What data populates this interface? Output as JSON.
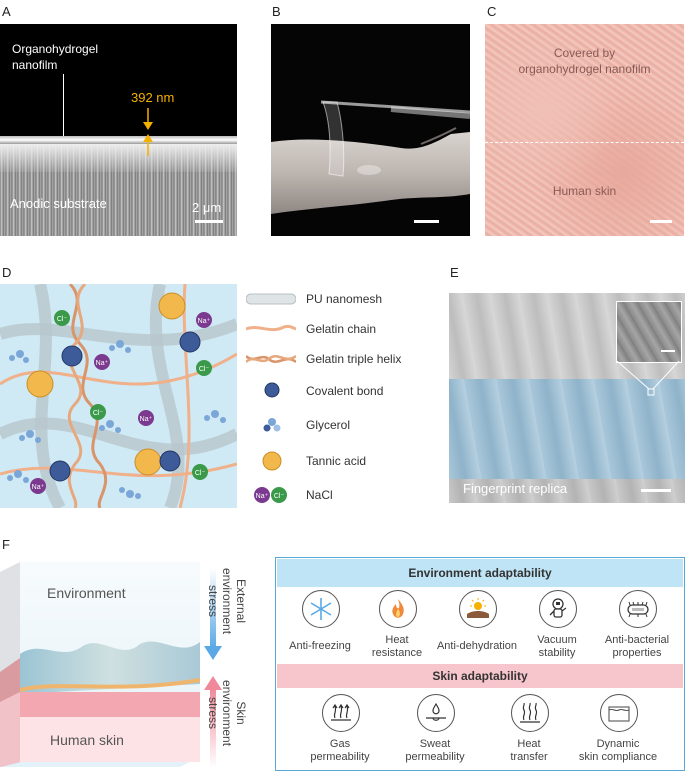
{
  "panels": {
    "a": "A",
    "b": "B",
    "c": "C",
    "d": "D",
    "e": "E",
    "f": "F"
  },
  "panelA": {
    "film_label_1": "Organohydrogel",
    "film_label_2": "nanofilm",
    "thickness": "392 nm",
    "substrate": "Anodic substrate",
    "scale": "2 μm"
  },
  "panelC": {
    "covered_1": "Covered by",
    "covered_2": "organohydrogel nanofilm",
    "skin": "Human skin"
  },
  "panelD": {
    "ion_cl": "Cl⁻",
    "ion_na": "Na⁺",
    "legend": [
      {
        "label": "PU nanomesh",
        "icon": "nanomesh-icon"
      },
      {
        "label": "Gelatin chain",
        "icon": "gelatin-chain-icon"
      },
      {
        "label": "Gelatin triple helix",
        "icon": "triple-helix-icon"
      },
      {
        "label": "Covalent bond",
        "icon": "covalent-bond-icon"
      },
      {
        "label": "Glycerol",
        "icon": "glycerol-icon"
      },
      {
        "label": "Tannic acid",
        "icon": "tannic-acid-icon"
      },
      {
        "label": "NaCl",
        "icon": "nacl-icon"
      }
    ]
  },
  "panelE": {
    "caption": "Fingerprint replica"
  },
  "panelF": {
    "environment": "Environment",
    "human_skin": "Human skin",
    "external_1": "External",
    "external_2": "environment",
    "external_3": "stress",
    "skin_1": "Skin",
    "skin_2": "environment",
    "skin_3": "stress",
    "env_title": "Environment adaptability",
    "skin_title": "Skin adaptability",
    "env_features": [
      {
        "l1": "Anti-freezing",
        "l2": "",
        "icon": "snowflake-icon"
      },
      {
        "l1": "Heat",
        "l2": "resistance",
        "icon": "flame-icon"
      },
      {
        "l1": "Anti-dehydration",
        "l2": "",
        "icon": "sun-desert-icon"
      },
      {
        "l1": "Vacuum",
        "l2": "stability",
        "icon": "astronaut-icon"
      },
      {
        "l1": "Anti-bacterial",
        "l2": "properties",
        "icon": "bacteria-icon"
      }
    ],
    "skin_features": [
      {
        "l1": "Gas",
        "l2": "permeability",
        "icon": "gas-arrows-icon"
      },
      {
        "l1": "Sweat",
        "l2": "permeability",
        "icon": "sweat-drop-icon"
      },
      {
        "l1": "Heat",
        "l2": "transfer",
        "icon": "heat-waves-icon"
      },
      {
        "l1": "Dynamic",
        "l2": "skin compliance",
        "icon": "skin-surface-icon"
      }
    ]
  },
  "colors": {
    "orange": "#f5b000",
    "env_band": "#bfe4f5",
    "skin_band": "#f7c6cc",
    "box_border": "#5aa9d6"
  }
}
